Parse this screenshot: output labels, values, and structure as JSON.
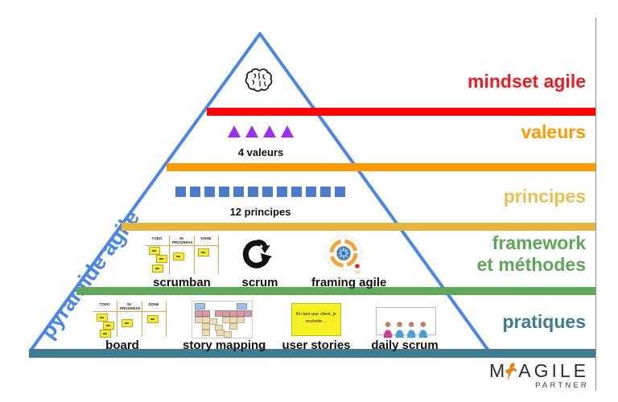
{
  "accent_blue": "#4a86e8",
  "pyramid_label": "pyramide agile",
  "levels": {
    "mindset": {
      "label": "mindset agile",
      "text_color": "#ed1c24",
      "bar_color": "#fb0505"
    },
    "valeurs": {
      "label": "valeurs",
      "caption": "4 valeurs",
      "count": 4,
      "text_color": "#ff9900",
      "bar_color": "#ff9900",
      "shape_color": "#9c2ff2"
    },
    "principes": {
      "label": "principes",
      "caption": "12 principes",
      "count": 12,
      "text_color": "#e8bf52",
      "bar_color": "#e5b43c",
      "shape_color": "#4a7cc9"
    },
    "framework": {
      "line1": "framework",
      "line2": "et méthodes",
      "text_color": "#5da65a",
      "bar_color": "#60a65b"
    },
    "pratiques": {
      "label": "pratiques",
      "text_color": "#3e7b8c",
      "bar_color": "#3e7d8f"
    }
  },
  "framework_items": {
    "scrumban": {
      "label": "scrumban",
      "columns": [
        "TODO",
        "IN PROGRESS",
        "DONE"
      ]
    },
    "scrum": {
      "label": "scrum"
    },
    "framing_agile": {
      "label": "framing agile"
    }
  },
  "pratique_items": {
    "board": {
      "label": "board",
      "columns": [
        "TODO",
        "IN PROGRESS",
        "DONE"
      ]
    },
    "story_mapping": {
      "label": "story mapping"
    },
    "user_stories": {
      "label": "user stories",
      "card_text": "En tant que client, je souhaite ..."
    },
    "daily_scrum": {
      "label": "daily scrum"
    }
  },
  "logo": {
    "prefix": "M",
    "name": "AGILE",
    "subtitle": "PARTNER"
  }
}
